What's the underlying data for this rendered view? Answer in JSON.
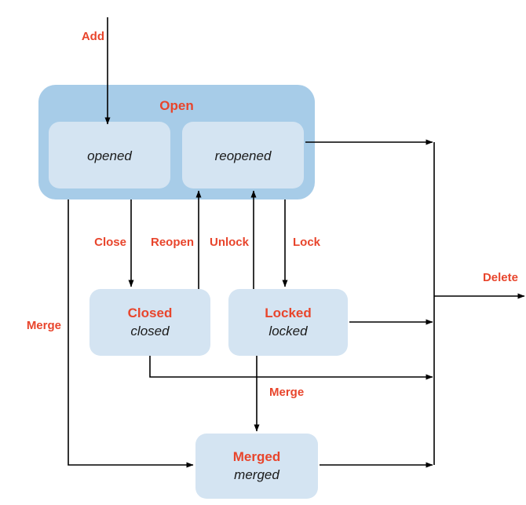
{
  "diagram": {
    "title_icon": "state-diagram",
    "colors": {
      "group_fill": "#a7cce8",
      "state_fill": "#d4e4f2",
      "accent": "#e8452c",
      "text": "#1a1a1a",
      "edge": "#000000",
      "background": "#ffffff"
    },
    "groups": [
      {
        "id": "open",
        "title": "Open",
        "states": [
          {
            "id": "opened",
            "name": "opened"
          },
          {
            "id": "reopened",
            "name": "reopened"
          }
        ]
      }
    ],
    "states": [
      {
        "id": "closed",
        "title": "Closed",
        "name": "closed"
      },
      {
        "id": "locked",
        "title": "Locked",
        "name": "locked"
      },
      {
        "id": "merged",
        "title": "Merged",
        "name": "merged"
      }
    ],
    "transitions": [
      {
        "id": "add",
        "label": "Add",
        "from": "start",
        "to": "opened"
      },
      {
        "id": "close",
        "label": "Close",
        "from": "opened",
        "to": "closed"
      },
      {
        "id": "reopen",
        "label": "Reopen",
        "from": "closed",
        "to": "reopened"
      },
      {
        "id": "unlock",
        "label": "Unlock",
        "from": "locked",
        "to": "reopened"
      },
      {
        "id": "lock",
        "label": "Lock",
        "from": "reopened",
        "to": "locked"
      },
      {
        "id": "merge-left",
        "label": "Merge",
        "from": "opened",
        "to": "merged"
      },
      {
        "id": "merge-center",
        "label": "Merge",
        "from": "locked",
        "to": "merged"
      },
      {
        "id": "delete",
        "label": "Delete",
        "from": "all",
        "to": "end"
      }
    ]
  }
}
